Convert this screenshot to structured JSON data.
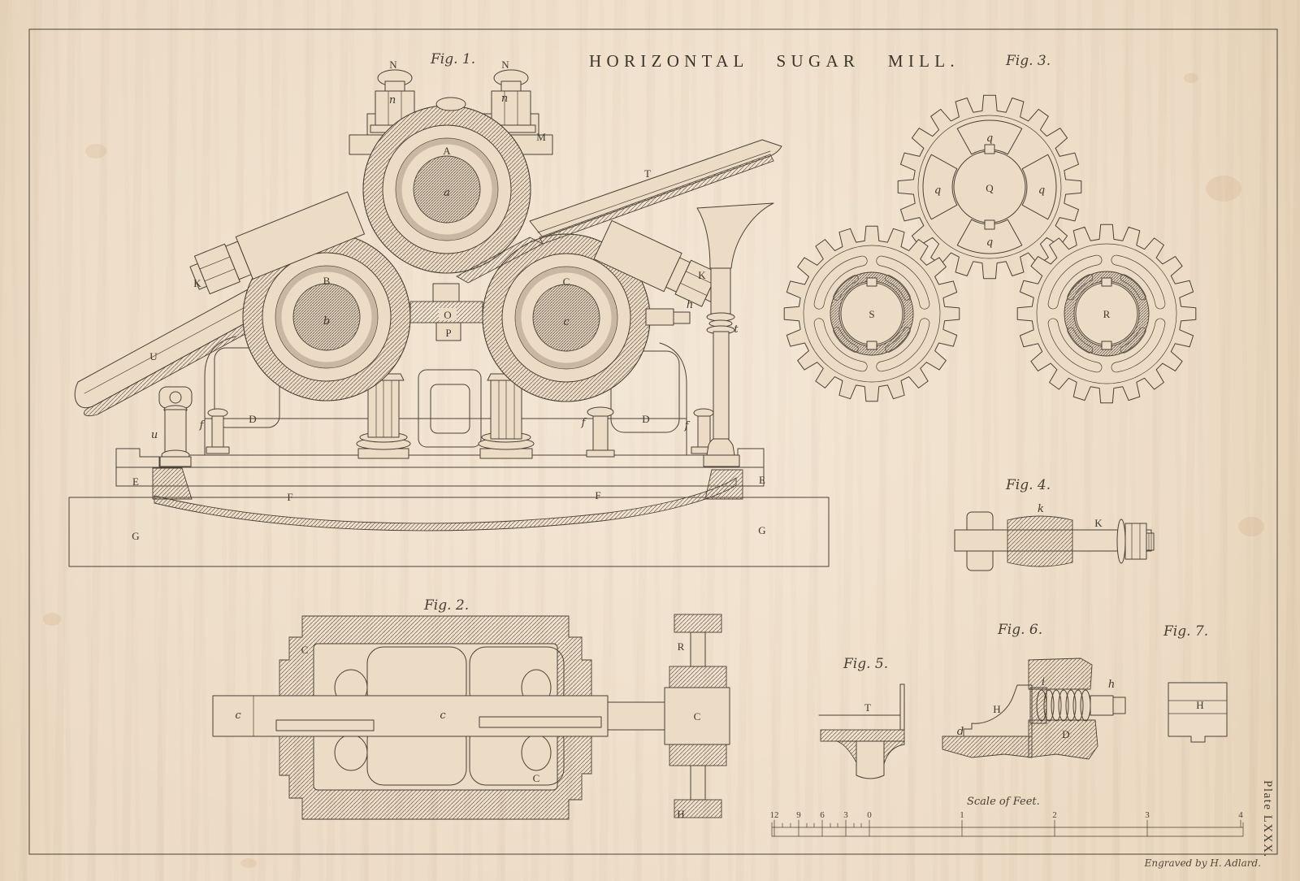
{
  "title": "HORIZONTAL SUGAR MILL.",
  "plate_number": "Plate LXXX.",
  "engraver_credit": "Engraved by H. Adlard.",
  "scale": {
    "caption": "Scale of Feet.",
    "numbers": [
      "12",
      "9",
      "6",
      "3",
      "0",
      "1",
      "2",
      "3",
      "4"
    ]
  },
  "fig1": {
    "caption": "Fig. 1.",
    "labels": [
      "N",
      "n",
      "N",
      "n",
      "M",
      "A",
      "a",
      "B",
      "b",
      "C",
      "c",
      "O",
      "P",
      "T",
      "t",
      "h",
      "K",
      "K",
      "U",
      "u",
      "f",
      "f",
      "f",
      "D",
      "D",
      "E",
      "E",
      "F",
      "F",
      "G",
      "G"
    ]
  },
  "fig2": {
    "caption": "Fig. 2.",
    "labels": [
      "C",
      "c",
      "c",
      "C",
      "R",
      "C",
      "H"
    ]
  },
  "fig3": {
    "caption": "Fig. 3.",
    "labels": [
      "q",
      "q",
      "Q",
      "q",
      "q",
      "S",
      "R"
    ]
  },
  "fig4": {
    "caption": "Fig. 4.",
    "labels": [
      "k",
      "K"
    ]
  },
  "fig5": {
    "caption": "Fig. 5.",
    "labels": [
      "T"
    ]
  },
  "fig6": {
    "caption": "Fig. 6.",
    "labels": [
      "H",
      "d",
      "D",
      "i",
      "h"
    ]
  },
  "fig7": {
    "caption": "Fig. 7.",
    "labels": [
      "H"
    ]
  },
  "colors": {
    "paper": "#ecdcc6",
    "ink": "#4a4136",
    "shade_ring": "#c9b7a2"
  }
}
